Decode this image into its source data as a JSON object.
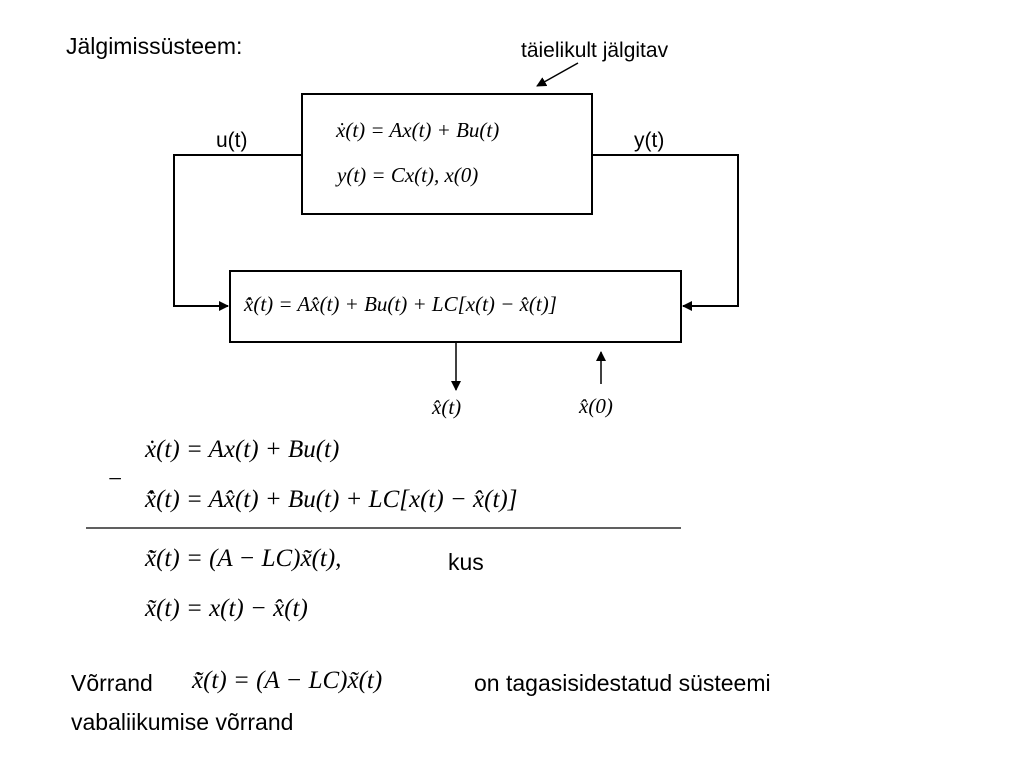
{
  "title": "Jälgimissüsteem:",
  "plant": {
    "callout": "täielikult jälgitav",
    "eq1": "ẋ(t) = Ax(t) + Bu(t)",
    "eq2": "y(t) = Cx(t),  x(0)",
    "input_label": "u(t)",
    "output_label": "y(t)"
  },
  "observer": {
    "eq": "x̂̇(t) = Ax̂(t) + Bu(t) + LC[x(t) − x̂(t)]",
    "output_label": "x̂(t)",
    "initial_label": "x̂(0)"
  },
  "derivation": {
    "minus_sign": "−",
    "line1": "ẋ(t) = Ax(t) + Bu(t)",
    "line2": "x̂̇(t) = Ax̂(t) + Bu(t) + LC[x(t) − x̂(t)]",
    "line3": "x̃̇(t) = (A − LC)x̃(t),",
    "kus": "kus",
    "line4": "x̃(t) = x(t) − x̂(t)"
  },
  "conclusion": {
    "prefix": "Võrrand",
    "equation": "x̃̇(t) = (A − LC)x̃(t)",
    "suffix": "on tagasisidestatud süsteemi",
    "line2": "vabaliikumise võrrand"
  }
}
